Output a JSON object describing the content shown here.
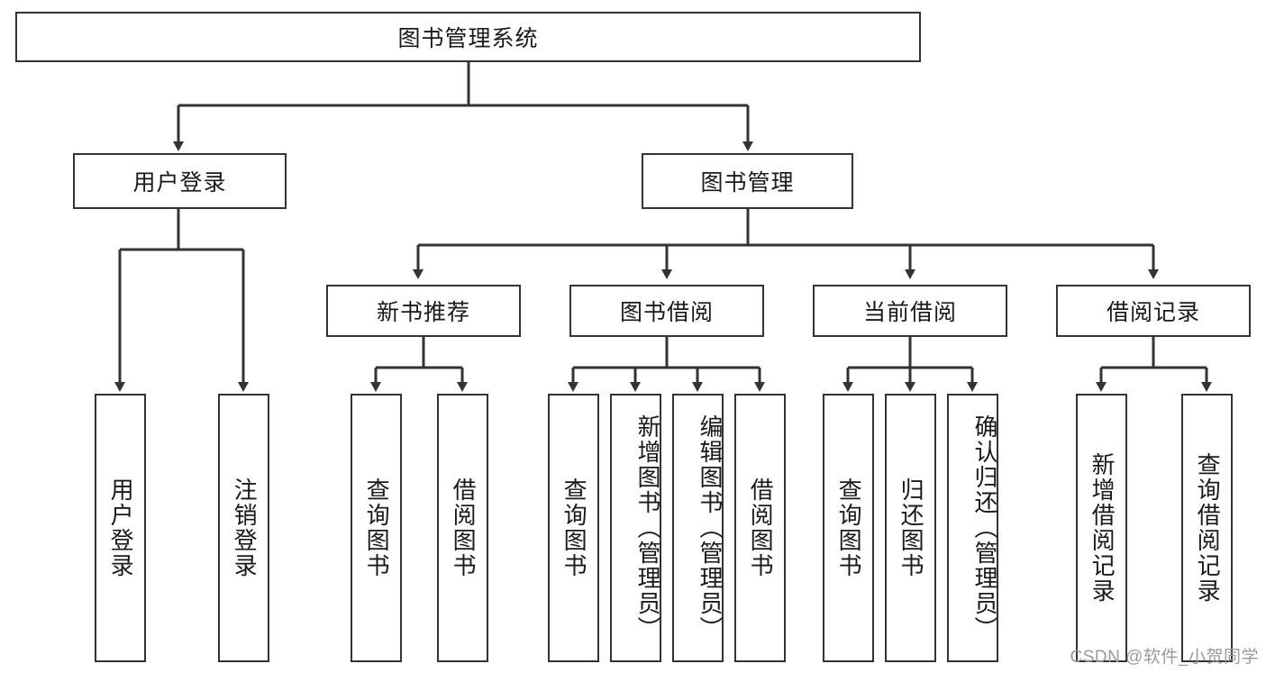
{
  "diagram": {
    "title": "图书管理系统",
    "type": "hierarchy-tree",
    "root": {
      "id": "root",
      "label": "图书管理系统",
      "orientation": "horizontal"
    },
    "level2": [
      {
        "id": "user-login",
        "label": "用户登录",
        "orientation": "horizontal"
      },
      {
        "id": "book-manage",
        "label": "图书管理",
        "orientation": "horizontal"
      }
    ],
    "level3": [
      {
        "id": "new-book-rec",
        "label": "新书推荐",
        "orientation": "horizontal"
      },
      {
        "id": "book-borrow",
        "label": "图书借阅",
        "orientation": "horizontal"
      },
      {
        "id": "current-borrow",
        "label": "当前借阅",
        "orientation": "horizontal"
      },
      {
        "id": "borrow-record",
        "label": "借阅记录",
        "orientation": "horizontal"
      }
    ],
    "leaves": [
      {
        "id": "leaf-user-login",
        "label": "用户登录",
        "parent": "user-login",
        "orientation": "vertical"
      },
      {
        "id": "leaf-user-logout",
        "label": "注销登录",
        "parent": "user-login",
        "orientation": "vertical"
      },
      {
        "id": "leaf-query-book-1",
        "label": "查询图书",
        "parent": "new-book-rec",
        "orientation": "vertical"
      },
      {
        "id": "leaf-borrow-book-1",
        "label": "借阅图书",
        "parent": "new-book-rec",
        "orientation": "vertical"
      },
      {
        "id": "leaf-query-book-2",
        "label": "查询图书",
        "parent": "book-borrow",
        "orientation": "vertical"
      },
      {
        "id": "leaf-add-book",
        "label": "新增图书（管理员）",
        "parent": "book-borrow",
        "orientation": "vertical"
      },
      {
        "id": "leaf-edit-book",
        "label": "编辑图书（管理员）",
        "parent": "book-borrow",
        "orientation": "vertical"
      },
      {
        "id": "leaf-borrow-book-2",
        "label": "借阅图书",
        "parent": "book-borrow",
        "orientation": "vertical"
      },
      {
        "id": "leaf-query-book-3",
        "label": "查询图书",
        "parent": "current-borrow",
        "orientation": "vertical"
      },
      {
        "id": "leaf-return-book",
        "label": "归还图书",
        "parent": "current-borrow",
        "orientation": "vertical"
      },
      {
        "id": "leaf-confirm-return",
        "label": "确认归还（管理员）",
        "parent": "current-borrow",
        "orientation": "vertical"
      },
      {
        "id": "leaf-add-record",
        "label": "新增借阅记录",
        "parent": "borrow-record",
        "orientation": "vertical"
      },
      {
        "id": "leaf-query-record",
        "label": "查询借阅记录",
        "parent": "borrow-record",
        "orientation": "vertical"
      }
    ],
    "colors": {
      "stroke": "#333333",
      "fill": "#ffffff",
      "text": "#1a1a1a",
      "watermark": "#9a9a9a"
    }
  },
  "watermark": {
    "text": "CSDN @软件_小贺同学"
  }
}
